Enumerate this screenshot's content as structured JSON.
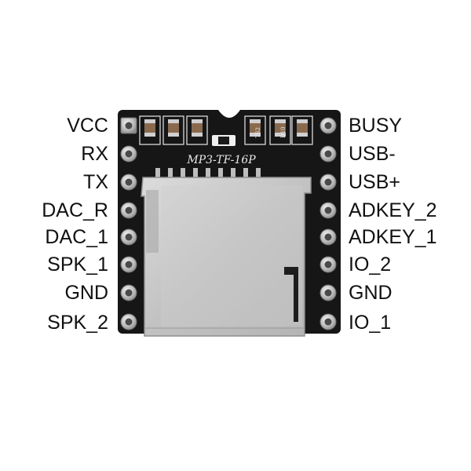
{
  "board": {
    "silkscreen_label": "MP3-TF-16P",
    "small_marks": [
      "TS2",
      "D10"
    ]
  },
  "pins": {
    "left": [
      {
        "label": "VCC"
      },
      {
        "label": "RX"
      },
      {
        "label": "TX"
      },
      {
        "label": "DAC_R"
      },
      {
        "label": "DAC_1"
      },
      {
        "label": "SPK_1"
      },
      {
        "label": "GND"
      },
      {
        "label": "SPK_2"
      }
    ],
    "right": [
      {
        "label": "BUSY"
      },
      {
        "label": "USB-"
      },
      {
        "label": "USB+"
      },
      {
        "label": "ADKEY_2"
      },
      {
        "label": "ADKEY_1"
      },
      {
        "label": "IO_2"
      },
      {
        "label": "GND"
      },
      {
        "label": "IO_1"
      }
    ]
  },
  "colors": {
    "pcb": "#161616",
    "pad": "#c7c7c7",
    "card_slot": "#c9c9c9",
    "component": "#8a6a4e",
    "silkscreen": "#e8e8e8",
    "label": "#111111"
  }
}
